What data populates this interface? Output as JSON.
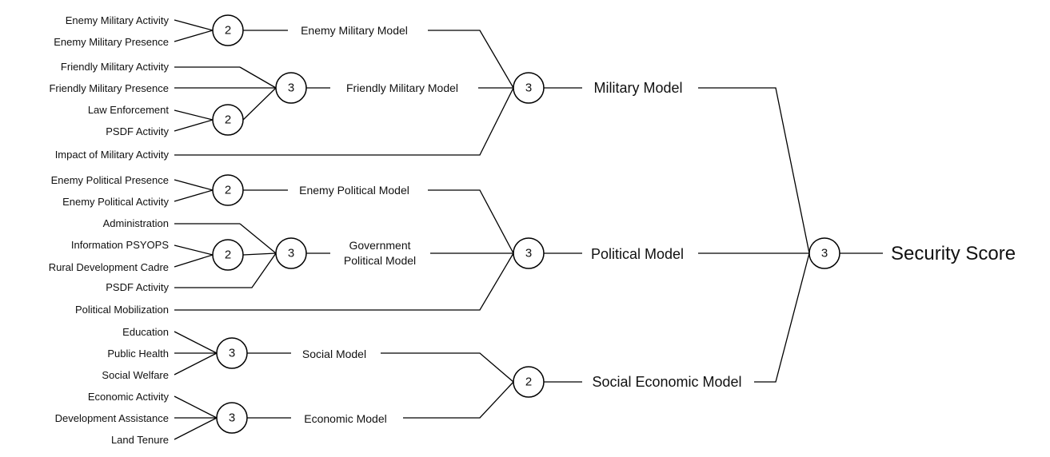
{
  "leaves": {
    "enemy_military_activity": "Enemy Military Activity",
    "enemy_military_presence": "Enemy Military Presence",
    "friendly_military_activity": "Friendly Military Activity",
    "friendly_military_presence": "Friendly Military Presence",
    "law_enforcement": "Law Enforcement",
    "psdf_activity_1": "PSDF Activity",
    "impact_of_military_activity": "Impact of Military Activity",
    "enemy_political_presence": "Enemy Political Presence",
    "enemy_political_activity": "Enemy Political Activity",
    "administration": "Administration",
    "information_psyops": "Information PSYOPS",
    "rural_development_cadre": "Rural Development Cadre",
    "psdf_activity_2": "PSDF Activity",
    "political_mobilization": "Political Mobilization",
    "education": "Education",
    "public_health": "Public Health",
    "social_welfare": "Social Welfare",
    "economic_activity": "Economic Activity",
    "development_assistance": "Development Assistance",
    "land_tenure": "Land Tenure"
  },
  "models": {
    "enemy_military_model": "Enemy Military Model",
    "friendly_military_model": "Friendly Military Model",
    "enemy_political_model": "Enemy Political Model",
    "government_political_model_line1": "Government",
    "government_political_model_line2": "Political Model",
    "social_model": "Social Model",
    "economic_model": "Economic Model",
    "military_model": "Military Model",
    "political_model": "Political Model",
    "social_economic_model": "Social Economic Model",
    "security_score": "Security Score"
  },
  "nodes": {
    "enemy_military": "2",
    "friendly_military_sub": "2",
    "friendly_military": "3",
    "military": "3",
    "enemy_political": "2",
    "information_sub": "2",
    "government_political": "3",
    "political": "3",
    "social": "3",
    "economic": "3",
    "social_economic": "2",
    "security": "3"
  }
}
